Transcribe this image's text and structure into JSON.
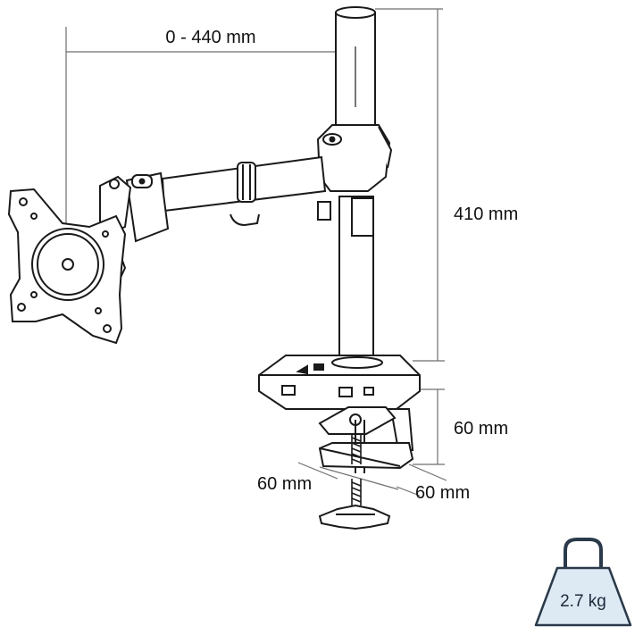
{
  "dimensions": {
    "arm_reach": "0 - 440 mm",
    "pole_height": "410 mm",
    "clamp_height": "60 mm",
    "clamp_depth": "60 mm",
    "clamp_width": "60 mm"
  },
  "weight": {
    "label": "2.7 kg",
    "icon": "weight-icon"
  },
  "colors": {
    "line": "#1a1a1a",
    "dimension_line": "#6e6e6e",
    "weight_fill": "#dde9f3",
    "weight_stroke": "#2a3a4a"
  }
}
